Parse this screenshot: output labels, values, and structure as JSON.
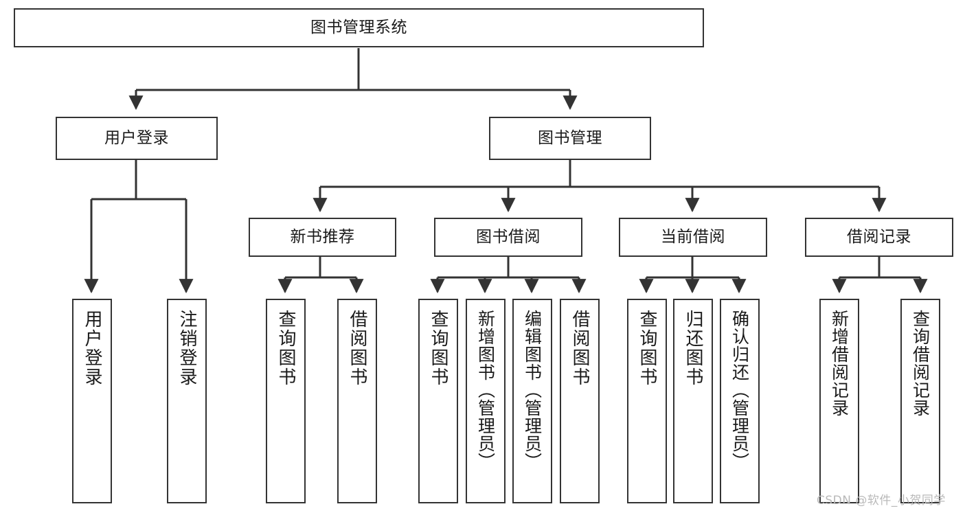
{
  "diagram": {
    "title": "图书管理系统",
    "type": "tree-hierarchy",
    "root": {
      "label": "图书管理系统"
    },
    "level2": [
      {
        "label": "用户登录"
      },
      {
        "label": "图书管理"
      }
    ],
    "level3": [
      {
        "label": "新书推荐"
      },
      {
        "label": "图书借阅"
      },
      {
        "label": "当前借阅"
      },
      {
        "label": "借阅记录"
      }
    ],
    "leaves": {
      "user_login": [
        {
          "label": "用户登录"
        },
        {
          "label": "注销登录"
        }
      ],
      "new_book_recommend": [
        {
          "label": "查询图书"
        },
        {
          "label": "借阅图书"
        }
      ],
      "book_borrow": [
        {
          "label": "查询图书"
        },
        {
          "label": "新增图书（管理员）"
        },
        {
          "label": "编辑图书（管理员）"
        },
        {
          "label": "借阅图书"
        }
      ],
      "current_borrow": [
        {
          "label": "查询图书"
        },
        {
          "label": "归还图书"
        },
        {
          "label": "确认归还（管理员）"
        }
      ],
      "borrow_record": [
        {
          "label": "新增借阅记录"
        },
        {
          "label": "查询借阅记录"
        }
      ]
    }
  },
  "watermark": {
    "text": "CSDN @软件_小贺同学"
  },
  "colors": {
    "stroke": "#333333",
    "background": "#ffffff",
    "text": "#1a1a1a",
    "watermark": "#b9b9b9"
  }
}
